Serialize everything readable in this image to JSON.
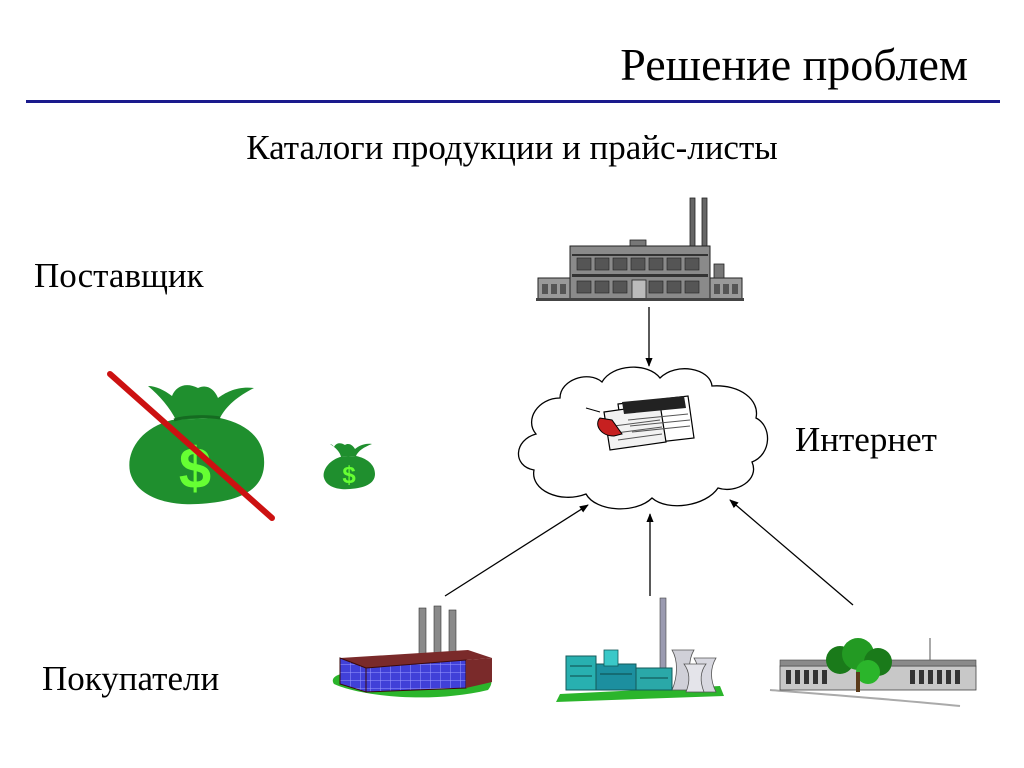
{
  "slide": {
    "title": "Решение проблем",
    "subtitle": "Каталоги продукции и прайс-листы",
    "supplier_label": "Поставщик",
    "internet_label": "Интернет",
    "buyers_label": "Покупатели"
  },
  "colors": {
    "title_rule": "#1a1a8c",
    "money": "#1f8f2e",
    "dollar_sign": "#66ff33",
    "crossout": "#cc1111"
  },
  "icons": {
    "supplier": "factory-icon",
    "catalog": "newspaper-icon",
    "money_large": "money-bag-icon",
    "money_small": "money-bag-icon",
    "buyer_1": "factory-icon",
    "buyer_2": "power-plant-icon",
    "buyer_3": "office-building-icon"
  }
}
